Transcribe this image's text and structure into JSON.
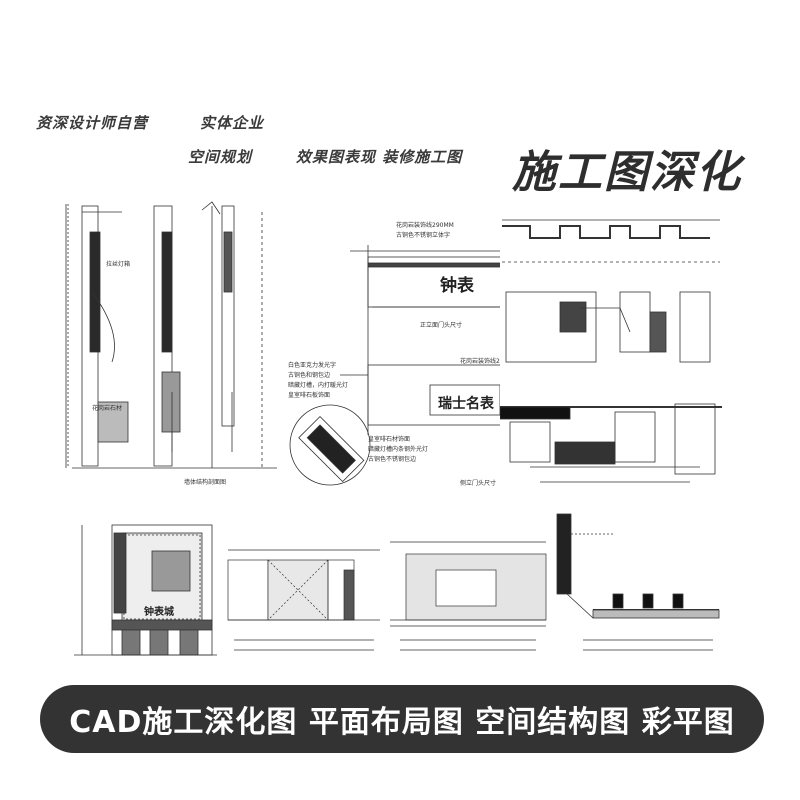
{
  "taglines": {
    "t1": "资深设计师自营",
    "t2": "实体企业",
    "t3": "空间规划",
    "t4": "效果图表现 装修施工图"
  },
  "headline": "施工图深化",
  "drawing_labels": {
    "sign_text": "钟表",
    "sign_text_2": "钟表城",
    "plate_text": "瑞士名表",
    "note_1": "花岗岩装饰线290MM",
    "note_2": "古铜色不锈钢立体字",
    "note_3": "白色亚克力发光字",
    "note_4": "古铜色和钢包边",
    "note_5": "暗藏灯槽，内打暖光灯",
    "note_6": "皇室啡石板饰面",
    "note_7": "皇室啡石材饰面",
    "note_8": "暗藏灯槽内条钢外光灯",
    "note_9": "古铜色不锈钢包边",
    "note_10": "拉丝灯箱",
    "note_11": "花岗岩石材",
    "caption_1": "正立面门头尺寸",
    "caption_2": "侧立门头尺寸",
    "caption_3": "墙体结构剖面图"
  },
  "banner": "CAD施工深化图   平面布局图   空间结构图   彩平图"
}
